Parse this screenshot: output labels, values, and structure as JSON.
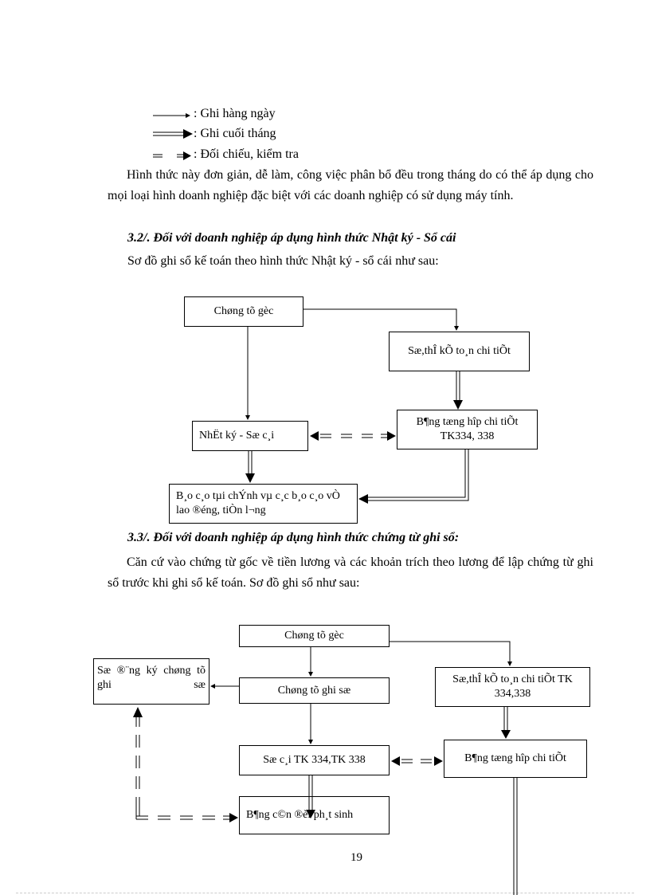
{
  "legend": {
    "daily": ": Ghi hàng ngày",
    "month_end": ": Ghi cuối tháng",
    "check": ": Đối chiếu, kiểm tra"
  },
  "intro_paragraph": "Hình thức này đơn giản, dễ làm, công việc phân bổ đều trong tháng do có thể áp dụng cho mọi loại hình doanh nghiệp đặc biệt với các doanh nghiệp có sử dụng máy tính.",
  "section_32": {
    "heading": "3.2/. Đối với doanh nghiệp áp dụng hình thức Nhật ký - Sổ cái",
    "description": "Sơ đồ ghi sổ kế toán theo hình thức Nhật ký - sổ cái như sau:",
    "boxes": {
      "source_docs": "Chøng tõ gèc",
      "detail_ledger": "Sæ,thÎ kÕ to¸n chi tiÕt",
      "journal_ledger": "NhËt ký - Sæ c¸i",
      "summary_detail": "B¶ng tæng hîp chi tiÕt TK334, 338",
      "financial_report": "B¸o c¸o tµi chÝnh vµ c¸c b¸o c¸o vÒ lao ®éng, tiÒn l­¬ng"
    }
  },
  "section_33": {
    "heading": "3.3/. Đối với doanh nghiệp áp dụng hình thức chứng từ ghi sổ:",
    "paragraph": "Căn cứ vào chứng từ gốc về tiền lương và các khoản trích theo lương để lập chứng từ ghi sổ trước khi ghi sổ kế toán. Sơ đồ ghi sổ như sau:",
    "boxes": {
      "source_docs": "Chøng tõ gèc",
      "register": "Sæ ®¨ng ký chøng tõ ghi sæ",
      "voucher": "Chøng tõ ghi sæ",
      "detail_ledger": "Sæ,thÎ kÕ to¸n chi tiÕt TK 334,338",
      "general_ledger": "Sæ c¸i TK 334,TK 338",
      "summary_detail": "B¶ng tæng hîp chi tiÕt",
      "trial_balance": "B¶ng c©n ®èi ph¸t sinh"
    }
  },
  "page_number": "19"
}
